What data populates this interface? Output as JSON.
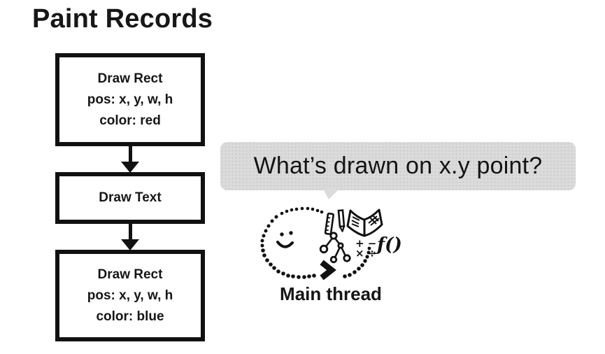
{
  "slide": {
    "title": "Paint Records"
  },
  "flowchart": {
    "box1": {
      "line1": "Draw Rect",
      "line2": "pos: x, y, w, h",
      "line3": "color: red"
    },
    "box2": {
      "line1": "Draw Text"
    },
    "box3": {
      "line1": "Draw Rect",
      "line2": "pos: x, y, w, h",
      "line3": "color: blue"
    }
  },
  "speech_bubble": {
    "text": "What’s drawn on x.y point?",
    "background": "#dbdbdb"
  },
  "main_thread": {
    "label": "Main thread",
    "icons": [
      "dotted-ellipse",
      "smiley-face-icon",
      "ruler-icon",
      "pencil-icon",
      "open-book-icon",
      "tree-graph-icon",
      "math-symbols",
      "function-notation",
      "chevron-arrow-icon"
    ],
    "math_row1": "+ −",
    "math_row2": "× ÷",
    "function_text": "ƒ()"
  },
  "colors": {
    "ink": "#111111",
    "bubble_bg": "#dbdbdb",
    "background": "#ffffff"
  }
}
